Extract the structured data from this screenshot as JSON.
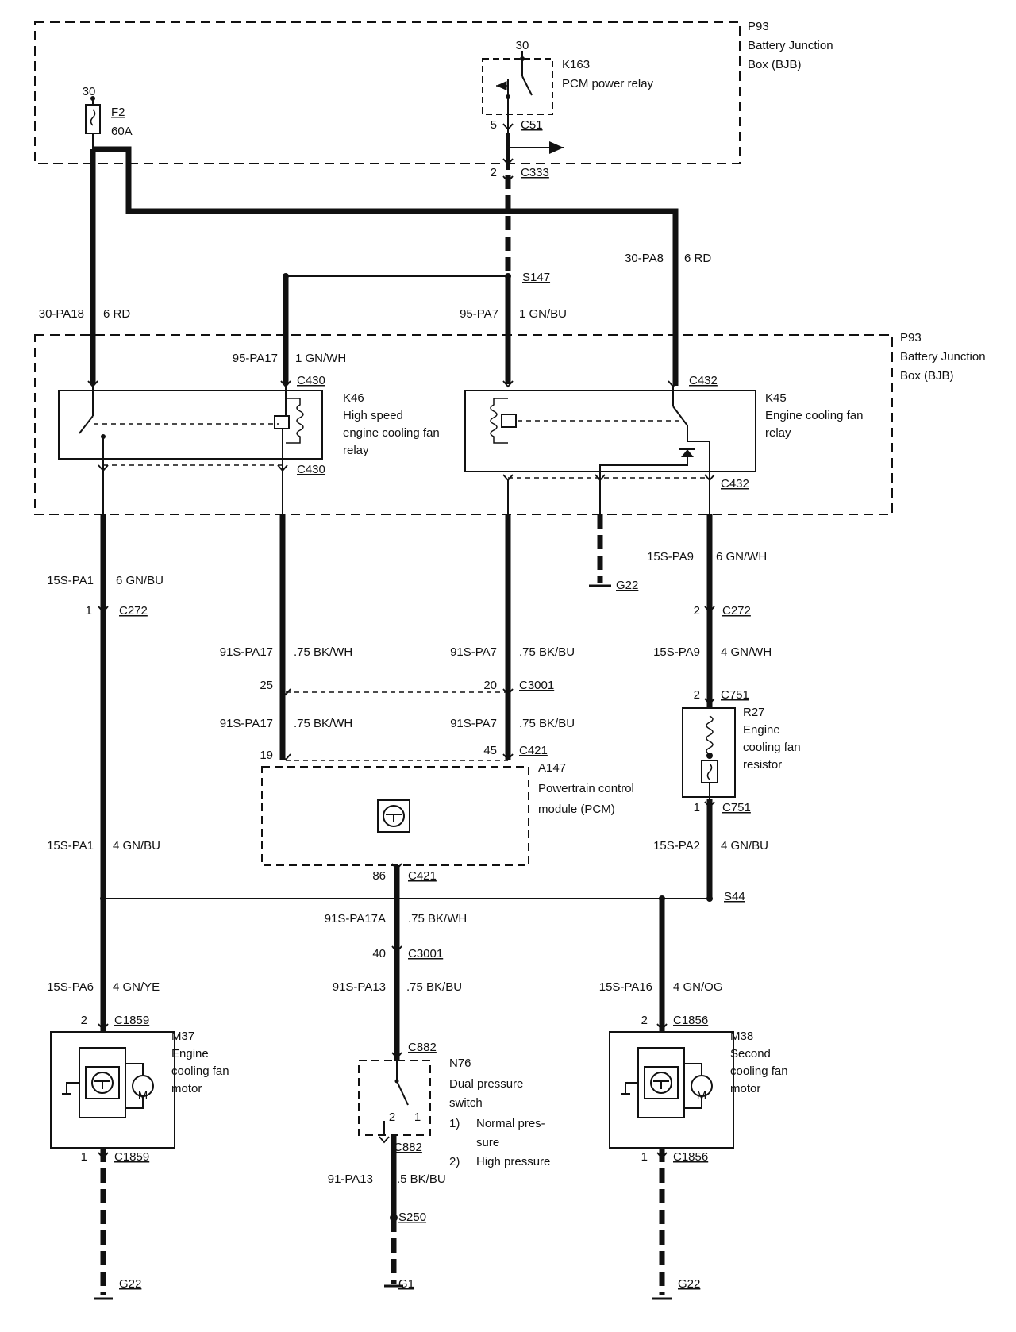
{
  "bjb_top": {
    "ref": "P93",
    "name_line1": "Battery Junction",
    "name_line2": "Box (BJB)"
  },
  "bjb_mid": {
    "ref": "P93",
    "name_line1": "Battery Junction",
    "name_line2": "Box (BJB)"
  },
  "fuse": {
    "term": "30",
    "ref": "F2",
    "rating": "60A"
  },
  "pcm_relay": {
    "term": "30",
    "ref": "K163",
    "name": "PCM power relay",
    "pin": "5",
    "connector": "C51"
  },
  "c333": {
    "pin": "2",
    "connector": "C333"
  },
  "s147": "S147",
  "wires": {
    "w30pa18": {
      "circuit": "30-PA18",
      "spec": "6 RD"
    },
    "w95pa7": {
      "circuit": "95-PA7",
      "spec": "1 GN/BU"
    },
    "w30pa8": {
      "circuit": "30-PA8",
      "spec": "6 RD"
    },
    "w95pa17": {
      "circuit": "95-PA17",
      "spec": "1 GN/WH"
    },
    "w15spa1a": {
      "circuit": "15S-PA1",
      "spec": "6 GN/BU"
    },
    "w15spa9a": {
      "circuit": "15S-PA9",
      "spec": "6 GN/WH"
    },
    "w91spa17a": {
      "circuit": "91S-PA17",
      "spec": ".75 BK/WH"
    },
    "w91spa7a": {
      "circuit": "91S-PA7",
      "spec": ".75 BK/BU"
    },
    "w15spa9b": {
      "circuit": "15S-PA9",
      "spec": "4 GN/WH"
    },
    "w91spa17b": {
      "circuit": "91S-PA17",
      "spec": ".75 BK/WH"
    },
    "w91spa7b": {
      "circuit": "91S-PA7",
      "spec": ".75 BK/BU"
    },
    "w15spa1b": {
      "circuit": "15S-PA1",
      "spec": "4 GN/BU"
    },
    "w15spa2": {
      "circuit": "15S-PA2",
      "spec": "4 GN/BU"
    },
    "w91spa17A": {
      "circuit": "91S-PA17A",
      "spec": ".75 BK/WH"
    },
    "w15spa6": {
      "circuit": "15S-PA6",
      "spec": "4 GN/YE"
    },
    "w91spa13": {
      "circuit": "91S-PA13",
      "spec": ".75 BK/BU"
    },
    "w15spa16": {
      "circuit": "15S-PA16",
      "spec": "4 GN/OG"
    },
    "w91pa13": {
      "circuit": "91-PA13",
      "spec": ".5 BK/BU"
    }
  },
  "k46": {
    "ref": "K46",
    "line1": "High speed",
    "line2": "engine cooling fan",
    "line3": "relay",
    "conn_top": "C430",
    "conn_bottom": "C430"
  },
  "k45": {
    "ref": "K45",
    "line1": "Engine cooling fan",
    "line2": "relay",
    "conn_top": "C432",
    "conn_bottom": "C432"
  },
  "g22_mid": "G22",
  "c272_left": {
    "pin": "1",
    "connector": "C272"
  },
  "c272_right": {
    "pin": "2",
    "connector": "C272"
  },
  "c3001_top": {
    "pin_left": "25",
    "pin_right": "20",
    "connector": "C3001"
  },
  "c421_top": {
    "pin_left": "19",
    "pin_right": "45",
    "connector": "C421"
  },
  "pcm": {
    "ref": "A147",
    "line1": "Powertrain control",
    "line2": "module (PCM)",
    "pin": "86",
    "connector": "C421"
  },
  "r27": {
    "ref": "R27",
    "line1": "Engine",
    "line2": "cooling fan",
    "line3": "resistor",
    "pin_top": "2",
    "conn_top": "C751",
    "pin_bottom": "1",
    "conn_bottom": "C751"
  },
  "s44": "S44",
  "c3001_bottom": {
    "pin": "40",
    "connector": "C3001"
  },
  "m37": {
    "ref": "M37",
    "line1": "Engine",
    "line2": "cooling fan",
    "line3": "motor",
    "pin_top": "2",
    "conn_top": "C1859",
    "pin_bottom": "1",
    "conn_bottom": "C1859",
    "motor": "M"
  },
  "m38": {
    "ref": "M38",
    "line1": "Second",
    "line2": "cooling fan",
    "line3": "motor",
    "pin_top": "2",
    "conn_top": "C1856",
    "pin_bottom": "1",
    "conn_bottom": "C1856",
    "motor": "M"
  },
  "n76": {
    "ref": "N76",
    "line1": "Dual pressure",
    "line2": "switch",
    "note1_num": "1)",
    "note1_a": "Normal pres-",
    "note1_b": "sure",
    "note2_num": "2)",
    "note2": "High pressure",
    "pin_a": "2",
    "pin_b": "1",
    "conn_top": "C882",
    "conn_bottom": "C882"
  },
  "s250": "S250",
  "grounds": {
    "left": "G22",
    "middle": "G1",
    "right": "G22"
  }
}
